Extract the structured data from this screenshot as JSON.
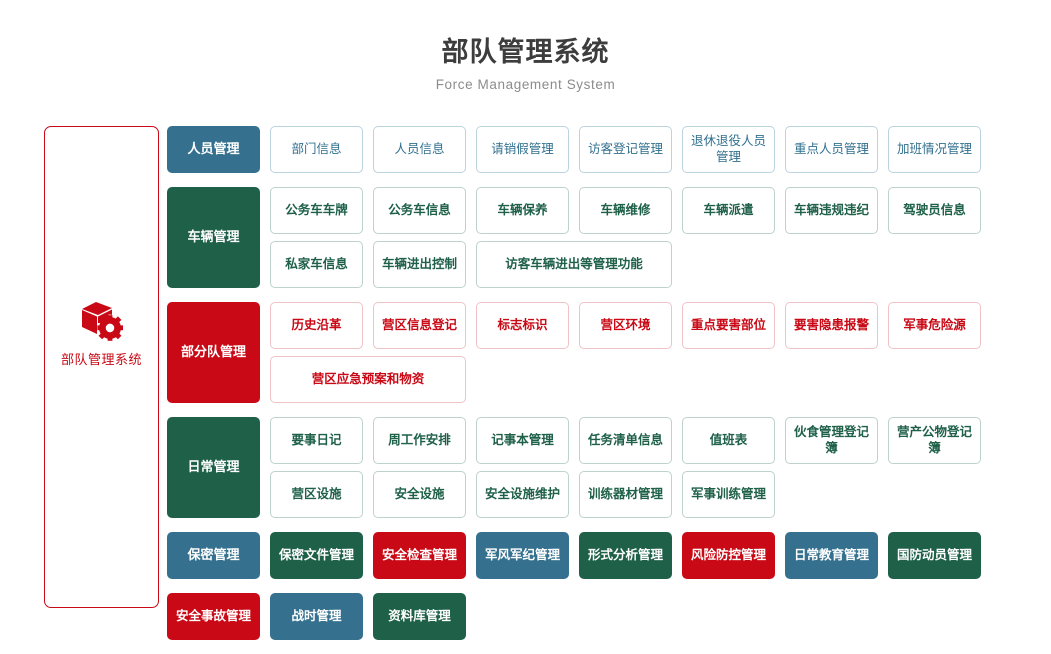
{
  "header": {
    "title": "部队管理系统",
    "subtitle": "Force Management System"
  },
  "sidebar": {
    "label": "部队管理系统",
    "icon": "box-gear-icon",
    "border_color": "#c90915",
    "text_color": "#c90915"
  },
  "palette": {
    "blue": "#35718f",
    "green": "#1f6049",
    "red": "#c90915",
    "blue_text": "#31708f",
    "green_text": "#1f6049",
    "red_text": "#c90915"
  },
  "categories": [
    {
      "label": "人员管理",
      "color": "blue",
      "chip_style": "chip-blue",
      "chip_tall": false,
      "items": [
        {
          "label": "部门信息",
          "style": "out-blue",
          "wide": false
        },
        {
          "label": "人员信息",
          "style": "out-blue",
          "wide": false
        },
        {
          "label": "请销假管理",
          "style": "out-blue",
          "wide": false
        },
        {
          "label": "访客登记管理",
          "style": "out-blue",
          "wide": false
        },
        {
          "label": "退休退役人员管理",
          "style": "out-blue",
          "wide": false
        },
        {
          "label": "重点人员管理",
          "style": "out-blue",
          "wide": false
        },
        {
          "label": "加班情况管理",
          "style": "out-blue",
          "wide": false
        }
      ]
    },
    {
      "label": "车辆管理",
      "color": "green",
      "chip_style": "chip-green",
      "chip_tall": true,
      "items": [
        {
          "label": "公务车车牌",
          "style": "out-green",
          "wide": false
        },
        {
          "label": "公务车信息",
          "style": "out-green",
          "wide": false
        },
        {
          "label": "车辆保养",
          "style": "out-green",
          "wide": false
        },
        {
          "label": "车辆维修",
          "style": "out-green",
          "wide": false
        },
        {
          "label": "车辆派遣",
          "style": "out-green",
          "wide": false
        },
        {
          "label": "车辆违规违纪",
          "style": "out-green",
          "wide": false
        },
        {
          "label": "驾驶员信息",
          "style": "out-green",
          "wide": false
        },
        {
          "label": "私家车信息",
          "style": "out-green",
          "wide": false
        },
        {
          "label": "车辆进出控制",
          "style": "out-green",
          "wide": false
        },
        {
          "label": "访客车辆进出等管理功能",
          "style": "out-green",
          "wide": true
        }
      ]
    },
    {
      "label": "部分队管理",
      "color": "red",
      "chip_style": "chip-red",
      "chip_tall": true,
      "items": [
        {
          "label": "历史沿革",
          "style": "out-red",
          "wide": false
        },
        {
          "label": "营区信息登记",
          "style": "out-red",
          "wide": false
        },
        {
          "label": "标志标识",
          "style": "out-red",
          "wide": false
        },
        {
          "label": "营区环境",
          "style": "out-red",
          "wide": false
        },
        {
          "label": "重点要害部位",
          "style": "out-red",
          "wide": false
        },
        {
          "label": "要害隐患报警",
          "style": "out-red",
          "wide": false
        },
        {
          "label": "军事危险源",
          "style": "out-red",
          "wide": false
        },
        {
          "label": "营区应急预案和物资",
          "style": "out-red",
          "wide": true
        }
      ]
    },
    {
      "label": "日常管理",
      "color": "green",
      "chip_style": "chip-green",
      "chip_tall": true,
      "items": [
        {
          "label": "要事日记",
          "style": "out-green",
          "wide": false
        },
        {
          "label": "周工作安排",
          "style": "out-green",
          "wide": false
        },
        {
          "label": "记事本管理",
          "style": "out-green",
          "wide": false
        },
        {
          "label": "任务清单信息",
          "style": "out-green",
          "wide": false
        },
        {
          "label": "值班表",
          "style": "out-green",
          "wide": false
        },
        {
          "label": "伙食管理登记簿",
          "style": "out-green",
          "wide": false
        },
        {
          "label": "营产公物登记簿",
          "style": "out-green",
          "wide": false
        },
        {
          "label": "营区设施",
          "style": "out-green",
          "wide": false
        },
        {
          "label": "安全设施",
          "style": "out-green",
          "wide": false
        },
        {
          "label": "安全设施维护",
          "style": "out-green",
          "wide": false
        },
        {
          "label": "训练器材管理",
          "style": "out-green",
          "wide": false
        },
        {
          "label": "军事训练管理",
          "style": "out-green",
          "wide": false
        }
      ]
    },
    {
      "label": "保密管理",
      "color": "blue",
      "chip_style": "chip-blue",
      "chip_tall": false,
      "items": [
        {
          "label": "保密文件管理",
          "style": "fill-green",
          "wide": false
        },
        {
          "label": "安全检查管理",
          "style": "fill-red",
          "wide": false
        },
        {
          "label": "军风军纪管理",
          "style": "fill-blue",
          "wide": false
        },
        {
          "label": "形式分析管理",
          "style": "fill-green",
          "wide": false
        },
        {
          "label": "风险防控管理",
          "style": "fill-red",
          "wide": false
        },
        {
          "label": "日常教育管理",
          "style": "fill-blue",
          "wide": false
        },
        {
          "label": "国防动员管理",
          "style": "fill-green",
          "wide": false
        }
      ]
    }
  ],
  "footer_items": [
    {
      "label": "安全事故管理",
      "style": "fill-red",
      "wide": false
    },
    {
      "label": "战时管理",
      "style": "fill-blue",
      "wide": false
    },
    {
      "label": "资料库管理",
      "style": "fill-green",
      "wide": false
    }
  ]
}
